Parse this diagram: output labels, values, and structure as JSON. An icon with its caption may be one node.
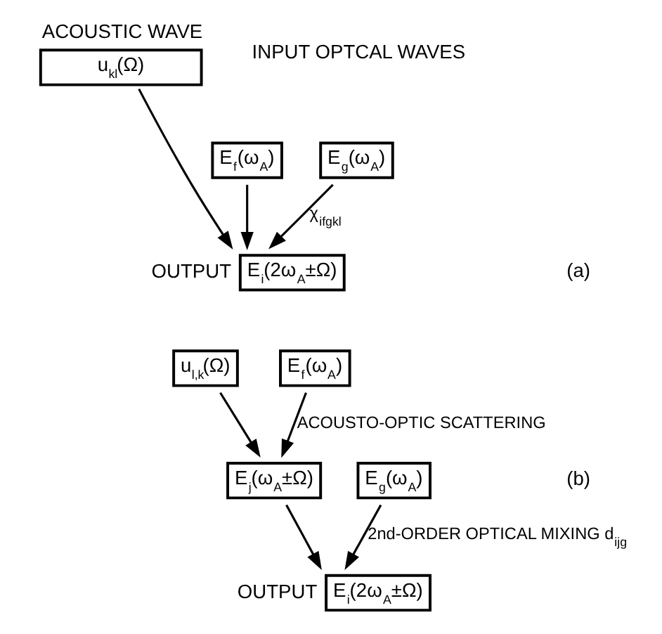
{
  "diagram": {
    "nodes": [
      {
        "text": [
          "u$_{kl}$(Ω)"
        ],
        "beside": [
          "ACOUSTIC WAVE"
        ]
      },
      {
        "text": [
          "E$_{f}$(ω$_{A}$)"
        ]
      },
      {
        "text": [
          "E$_{g}$(ω$_{A}$)"
        ]
      },
      {
        "text": [
          "E$_{i}$(2ω$_{A}$±Ω)"
        ],
        "beside": [
          "OUTPUT"
        ]
      },
      {
        "text": [
          "u$_{l,k}$(Ω)"
        ]
      },
      {
        "text": [
          "E$_{f}$(ω$_{A}$)"
        ]
      },
      {
        "text": [
          "E$_{j}$(ω$_{A}$±Ω)"
        ]
      },
      {
        "text": [
          "E$_{g}$(ω$_{A}$)"
        ]
      },
      {
        "text": [
          "E$_{i}$(2ω$_{A}$±Ω)"
        ],
        "beside": [
          "OUTPUT"
        ]
      }
    ],
    "edges": [
      {
        "from": 0,
        "to": 3,
        "arrow": "to"
      },
      {
        "from": 1,
        "to": 3,
        "arrow": "to"
      },
      {
        "from": 2,
        "to": 3,
        "arrow": "to",
        "label": "χ$_{ifgkl}$"
      },
      {
        "from": 4,
        "to": 6,
        "arrow": "to"
      },
      {
        "from": 5,
        "to": 6,
        "arrow": "to",
        "label": "ACOUSTO-OPTIC SCATTERING"
      },
      {
        "from": 6,
        "to": 8,
        "arrow": "to"
      },
      {
        "from": 7,
        "to": 8,
        "arrow": "to",
        "label": "2nd-ORDER OPTICAL MIXING d$_{ijg}$"
      }
    ],
    "labels": [
      "INPUT OPTCAL WAVES",
      "(a)",
      "(b)"
    ]
  }
}
